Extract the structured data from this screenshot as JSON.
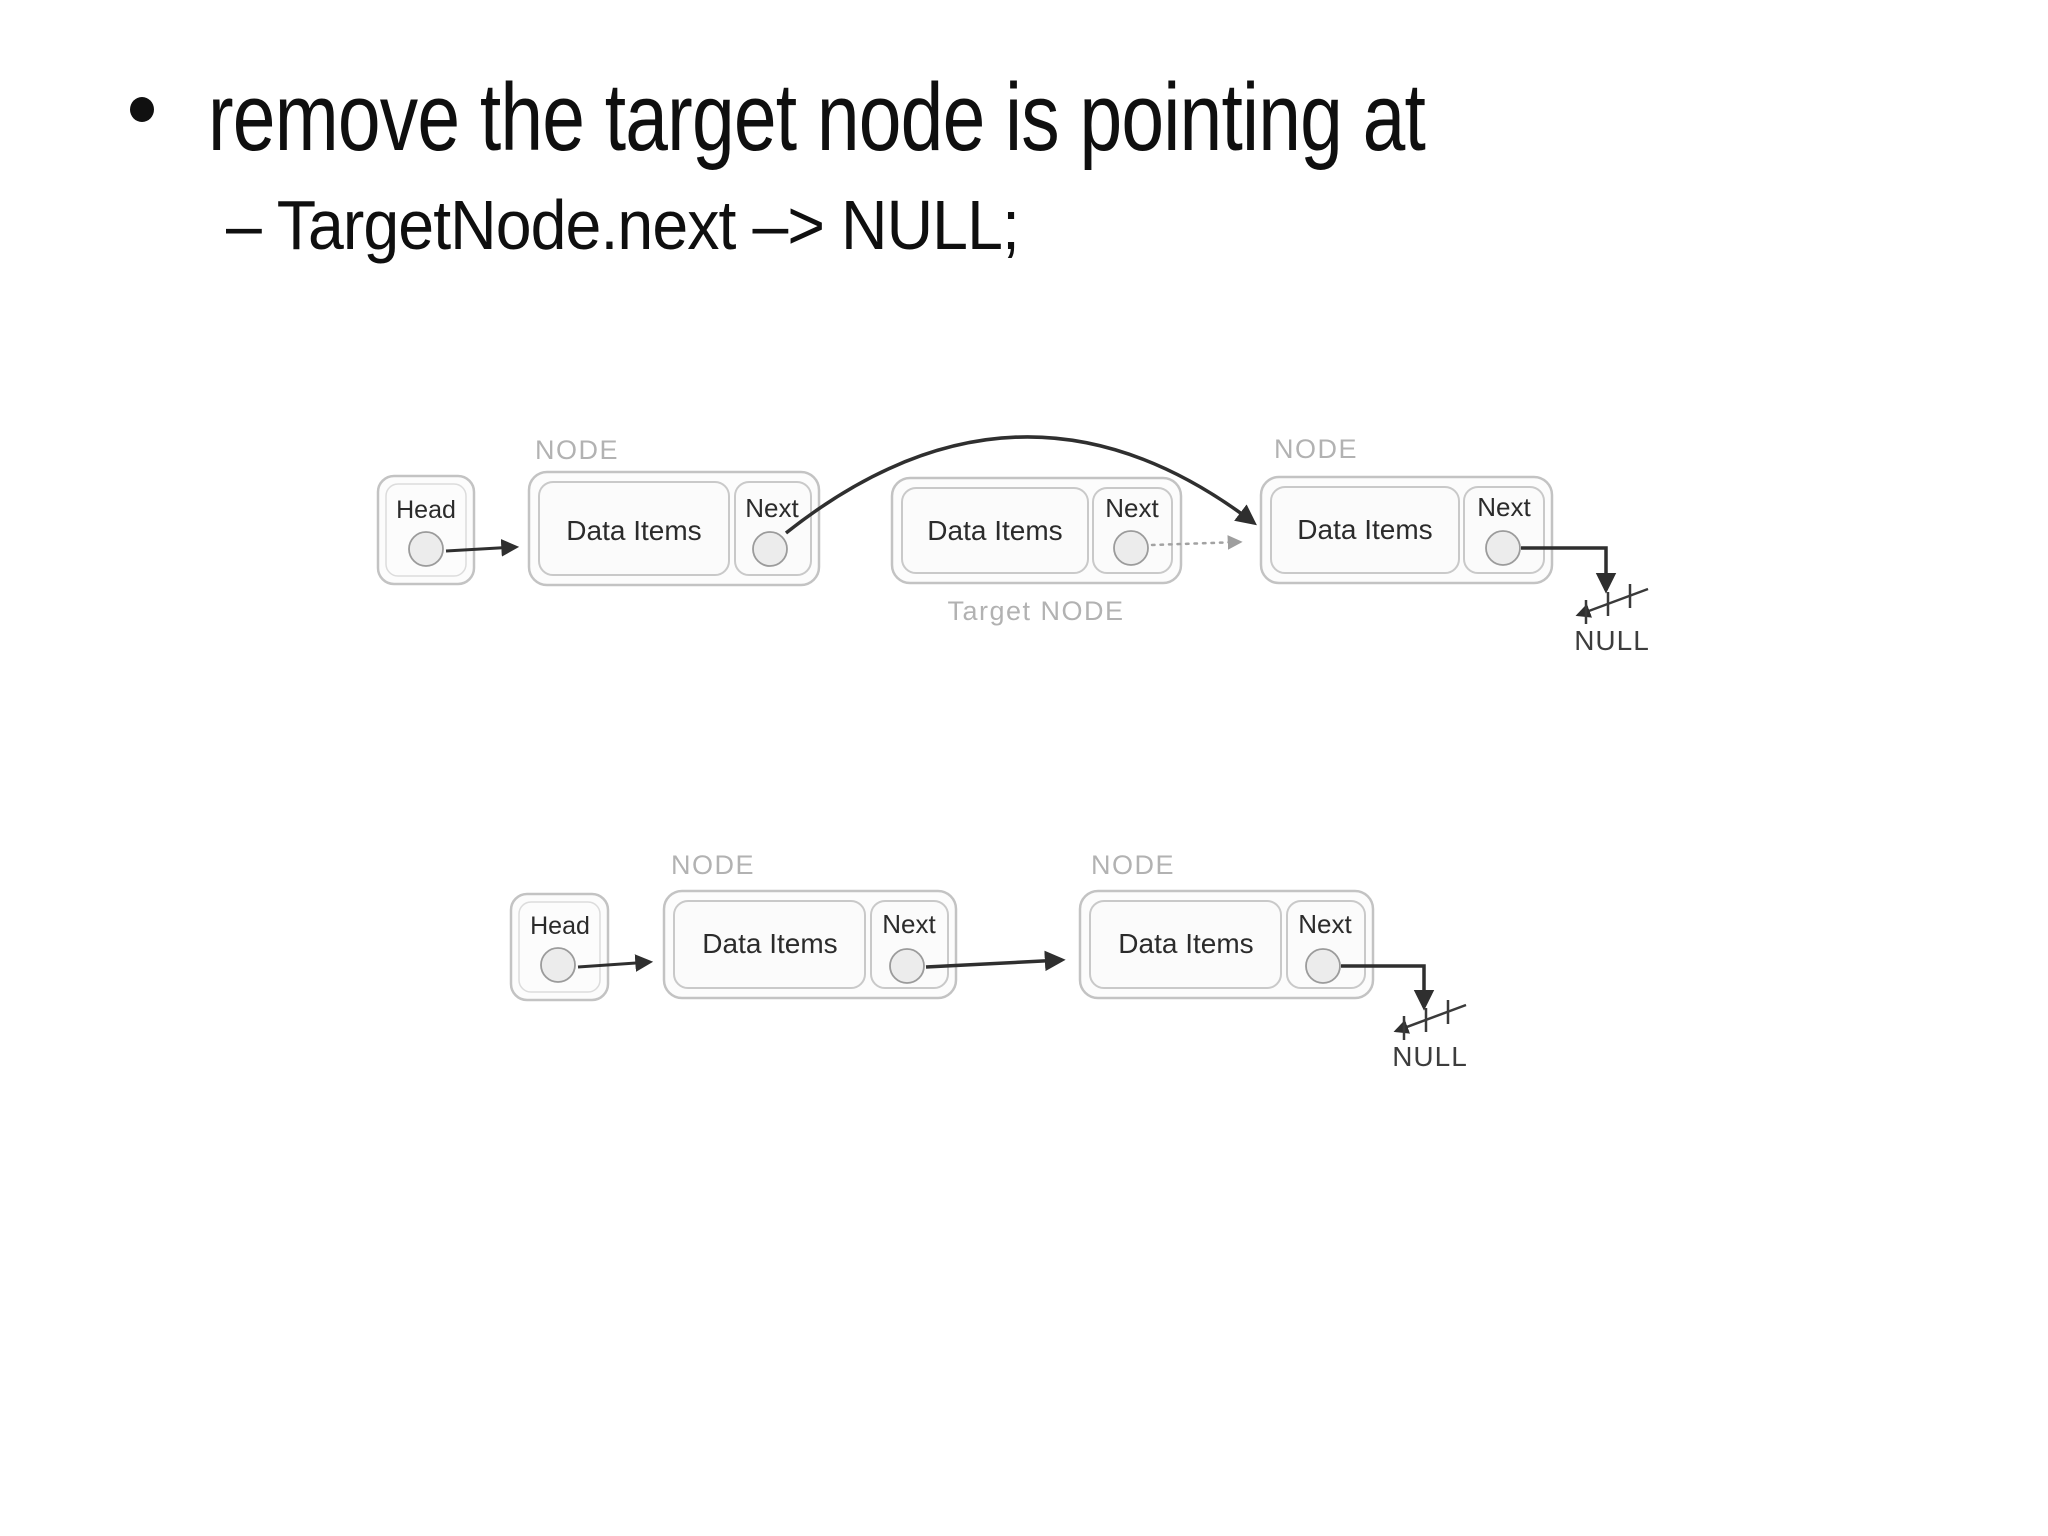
{
  "slide": {
    "title": "remove the target node is pointing at",
    "subtitle": "– TargetNode.next –> NULL;"
  },
  "diagram_top": {
    "head": {
      "label": "Head"
    },
    "node1": {
      "caption": "NODE",
      "data": "Data Items",
      "next": "Next"
    },
    "target": {
      "caption": "Target NODE",
      "data": "Data Items",
      "next": "Next"
    },
    "node2": {
      "caption": "NODE",
      "data": "Data Items",
      "next": "Next"
    },
    "null_label": "NULL"
  },
  "diagram_bottom": {
    "head": {
      "label": "Head"
    },
    "node1": {
      "caption": "NODE",
      "data": "Data Items",
      "next": "Next"
    },
    "node2": {
      "caption": "NODE",
      "data": "Data Items",
      "next": "Next"
    },
    "null_label": "NULL"
  },
  "colors": {
    "box_border": "#c3c3c3",
    "box_fill": "#fcfcfc",
    "caption_gray": "#b2b2b2",
    "arrow_dark": "#2f2f2f",
    "arrow_gray": "#a2a2a2",
    "text_dark": "#2b2b2b"
  }
}
